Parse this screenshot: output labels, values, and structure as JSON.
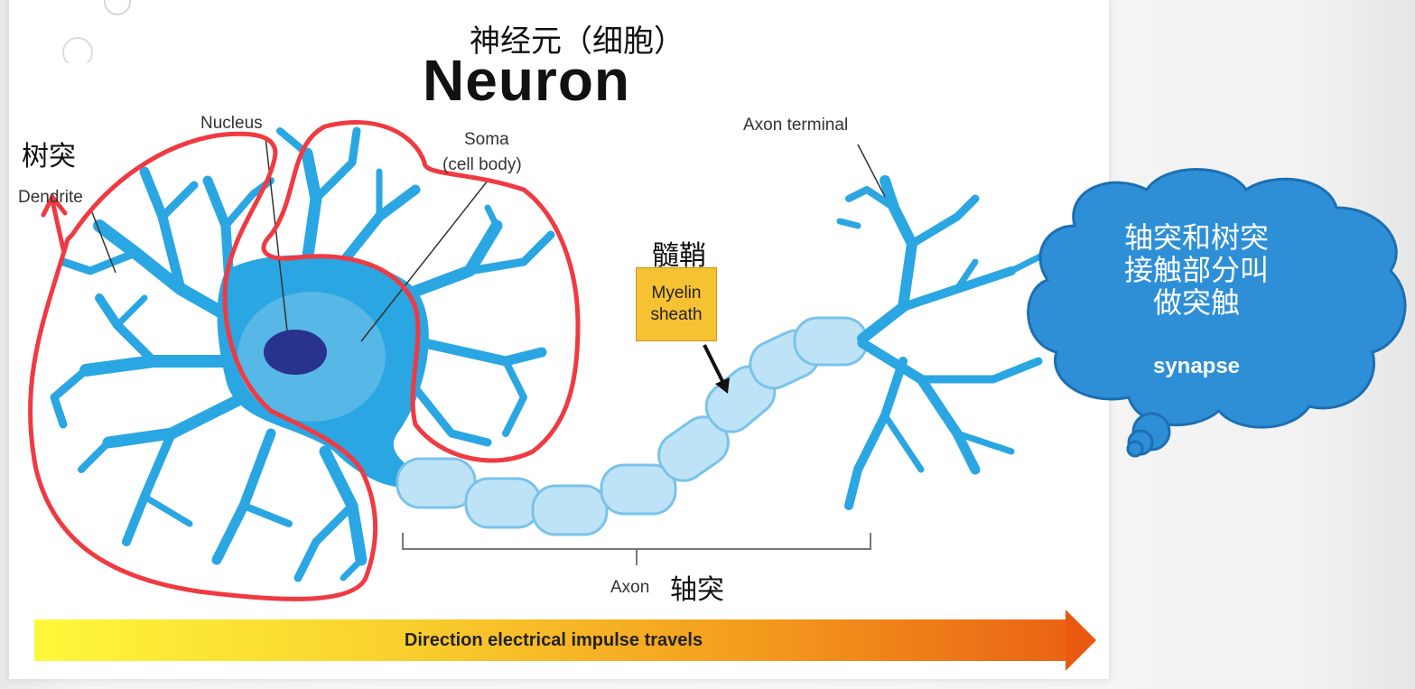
{
  "title_zh": "神经元（细胞）",
  "title_en": "Neuron",
  "labels": {
    "nucleus": "Nucleus",
    "soma_line1": "Soma",
    "soma_line2": "(cell body)",
    "dendrite": "Dendrite",
    "dendrite_zh": "树突",
    "axon_terminal": "Axon terminal",
    "myelin_zh": "髓鞘",
    "myelin_line1": "Myelin",
    "myelin_line2": "sheath",
    "axon": "Axon",
    "axon_zh": "轴突"
  },
  "direction_text": "Direction electrical impulse travels",
  "callout": {
    "lines": [
      "轴突和树突",
      "接触部分叫",
      "做突触"
    ],
    "en": "synapse"
  },
  "colors": {
    "neuron": "#2aa6e2",
    "nucleus": "#27338e",
    "annotation": "#f03a42",
    "cloud": "#2e8fd6",
    "myelin_box": "#f6c233"
  }
}
